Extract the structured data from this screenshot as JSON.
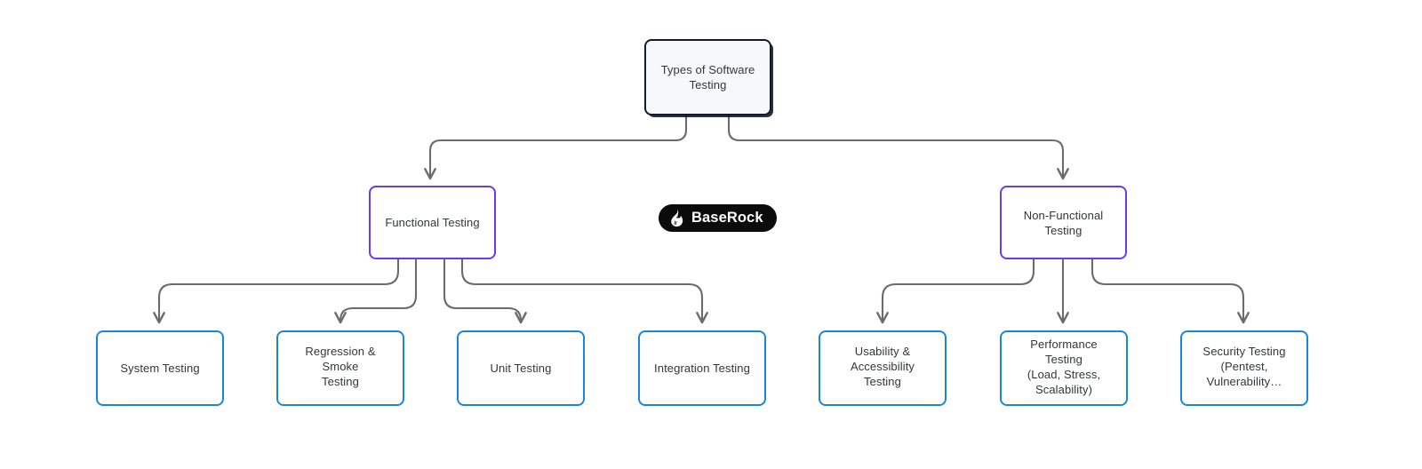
{
  "diagram": {
    "title": "Types of Software Testing",
    "type": "tree",
    "orientation": "top-down",
    "background_color": "#ffffff",
    "edge_color": "#6b6b6b",
    "colors": {
      "root_border": "#141b2e",
      "root_fill": "#f6f8fb",
      "branch_border": "#6a3cf0",
      "leaf_border": "#1a85e0",
      "node_fill": "#ffffff",
      "text": "#33363b"
    }
  },
  "root": {
    "label": "Types of Software\nTesting"
  },
  "branches": [
    {
      "label": "Functional Testing"
    },
    {
      "label": "Non-Functional Testing"
    }
  ],
  "leaves": {
    "functional": [
      {
        "label": "System Testing"
      },
      {
        "label": "Regression & Smoke\nTesting"
      },
      {
        "label": "Unit Testing"
      },
      {
        "label": "Integration Testing"
      }
    ],
    "non_functional": [
      {
        "label": "Usability & Accessibility\nTesting"
      },
      {
        "label": "Performance Testing\n(Load, Stress, Scalability)"
      },
      {
        "label": "Security Testing\n(Pentest, Vulnerability…"
      }
    ]
  },
  "badge": {
    "brand": "BaseRock",
    "icon": "flame-icon",
    "background_color": "#0b0b0b",
    "text_color": "#ffffff"
  }
}
